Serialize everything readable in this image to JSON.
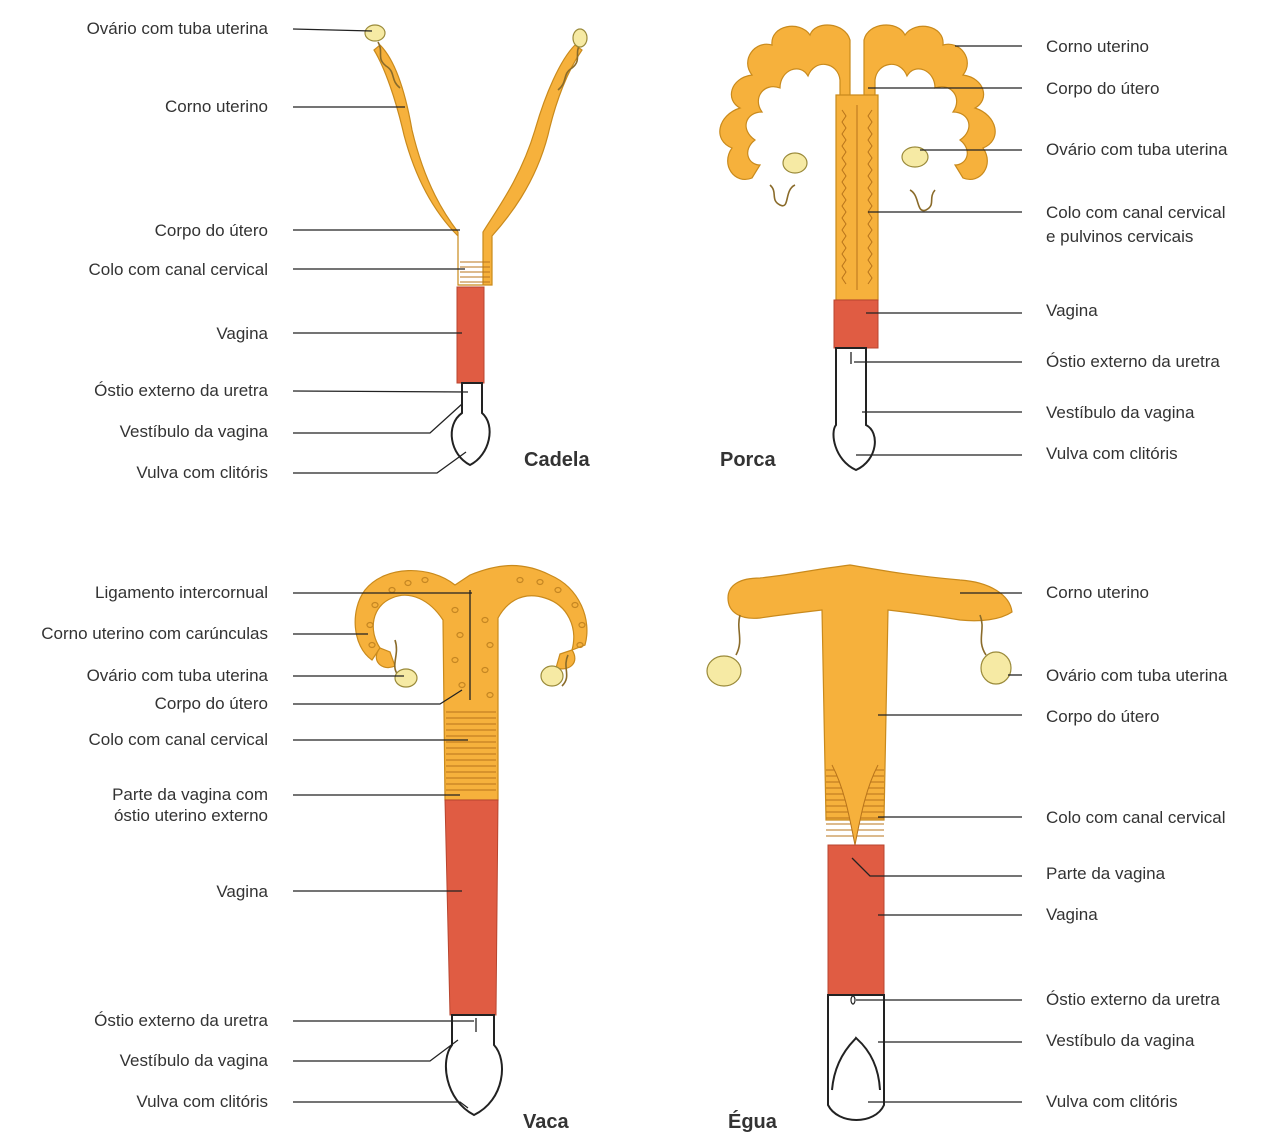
{
  "colors": {
    "uterus": "#f6b13c",
    "vagina": "#e05c43",
    "ovary": "#f6eaa4",
    "vestibule": "#ffffff",
    "line": "#222222"
  },
  "panels": {
    "cadela": {
      "title": "Cadela",
      "labels": [
        "Ovário com tuba uterina",
        "Corno uterino",
        "Corpo do útero",
        "Colo com canal cervical",
        "Vagina",
        "Óstio externo da uretra",
        "Vestíbulo da vagina",
        "Vulva com clitóris"
      ]
    },
    "porca": {
      "title": "Porca",
      "labels": [
        "Corno uterino",
        "Corpo do útero",
        "Ovário com tuba uterina",
        "Colo com canal cervical",
        "e pulvinos cervicais",
        "Vagina",
        "Óstio externo da uretra",
        "Vestíbulo da vagina",
        "Vulva com clitóris"
      ]
    },
    "vaca": {
      "title": "Vaca",
      "labels": [
        "Ligamento intercornual",
        "Corno uterino com carúnculas",
        "Ovário com tuba uterina",
        "Corpo do útero",
        "Colo com canal cervical",
        "Parte da vagina com",
        "óstio uterino externo",
        "Vagina",
        "Óstio externo da uretra",
        "Vestíbulo da vagina",
        "Vulva com clitóris"
      ]
    },
    "egua": {
      "title": "Égua",
      "labels": [
        "Corno uterino",
        "Ovário com tuba uterina",
        "Corpo do útero",
        "Colo com canal cervical",
        "Parte da vagina",
        "Vagina",
        "Óstio externo da uretra",
        "Vestíbulo da vagina",
        "Vulva com clitóris"
      ]
    }
  }
}
